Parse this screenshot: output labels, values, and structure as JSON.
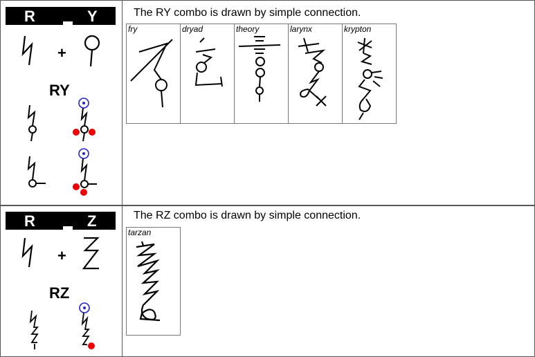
{
  "section_ry": {
    "letter_left": "R",
    "letter_right": "Y",
    "plus": "+",
    "combo": "RY",
    "description": "The RY combo is drawn by simple connection.",
    "words": [
      "fry",
      "dryad",
      "theory",
      "larynx",
      "krypton"
    ]
  },
  "section_rz": {
    "letter_left": "R",
    "letter_right": "Z",
    "plus": "+",
    "combo": "RZ",
    "description": "The RZ combo is drawn by simple connection.",
    "words": [
      "tarzan"
    ]
  },
  "colors": {
    "header_bg": "#000000",
    "join_dot": "#ee0000",
    "start_marker": "#2222cc"
  }
}
